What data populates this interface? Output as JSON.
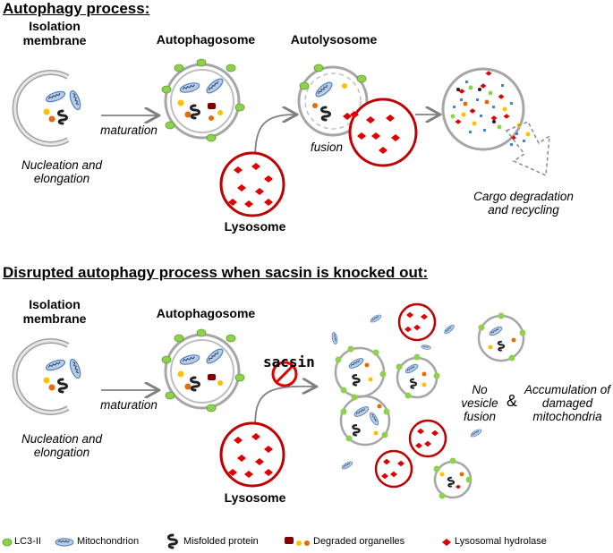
{
  "top": {
    "title": "Autophagy process:",
    "isolation_membrane": "Isolation membrane",
    "autophagosome": "Autophagosome",
    "autolysosome": "Autolysosome",
    "maturation": "maturation",
    "fusion": "fusion",
    "nucleation": "Nucleation and elongation",
    "lysosome": "Lysosome",
    "cargo": "Cargo degradation and recycling"
  },
  "bottom": {
    "title": "Disrupted autophagy process when sacsin is knocked out:",
    "isolation_membrane": "Isolation membrane",
    "autophagosome": "Autophagosome",
    "maturation": "maturation",
    "sacsin": "sacsin",
    "nucleation": "Nucleation and elongation",
    "lysosome": "Lysosome",
    "no_fusion": "No vesicle fusion",
    "ampersand": "&",
    "accumulation": "Accumulation of damaged mitochondria"
  },
  "legend": {
    "lc3": "LC3-II",
    "mitochondrion": "Mitochondrion",
    "misfolded": "Misfolded protein",
    "degraded": "Degraded organelles",
    "hydrolase": "Lysosomal hydrolase"
  },
  "colors": {
    "lc3_green": "#8fd14f",
    "lysosome_red": "#c00000",
    "mito_blue": "#4f81bd",
    "arrow_gray": "#808080"
  }
}
